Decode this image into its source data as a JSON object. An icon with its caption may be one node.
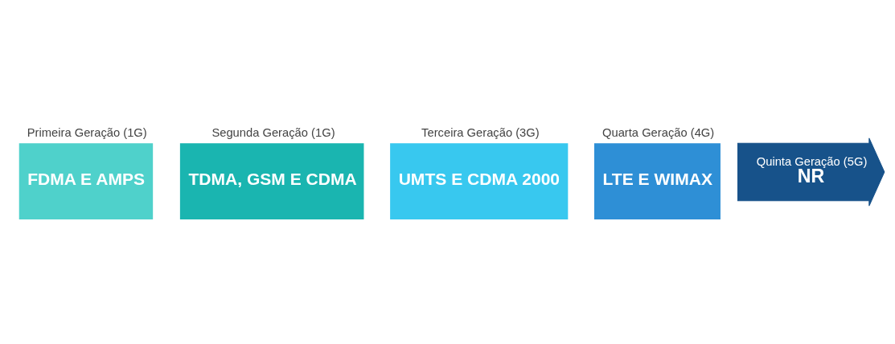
{
  "diagram": {
    "nodes": [
      {
        "text": [
          "Primeira Geração (1G)",
          "FDMA E AMPS"
        ]
      },
      {
        "text": [
          "Segunda Geração (1G)",
          "TDMA, GSM E CDMA"
        ]
      },
      {
        "text": [
          "Terceira Geração (3G)",
          "UMTS E CDMA 2000"
        ]
      },
      {
        "text": [
          "Quarta Geração (4G)",
          "LTE E WIMAX"
        ]
      },
      {
        "text": [
          "Quinta Geração (5G)",
          "NR"
        ]
      }
    ]
  }
}
